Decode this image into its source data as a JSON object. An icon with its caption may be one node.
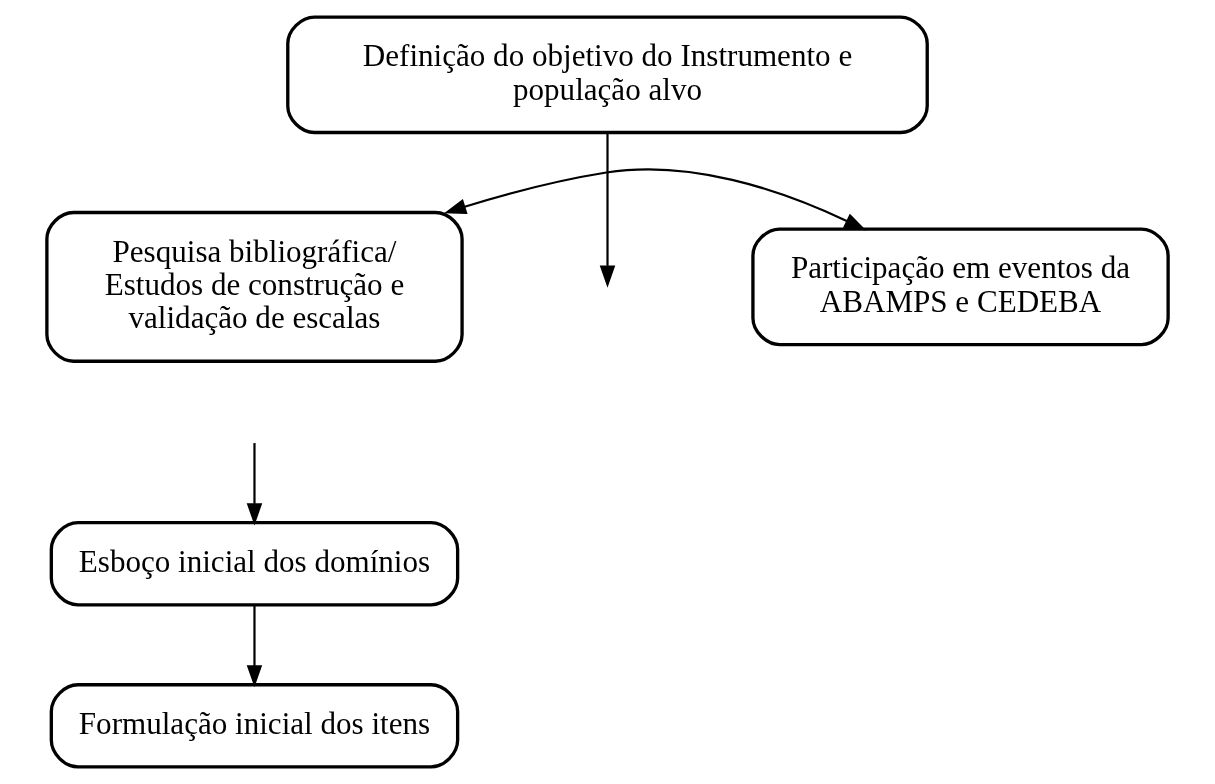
{
  "diagram": {
    "nodes": [
      {
        "text": [
          "Definição do objetivo do Instrumento e população alvo"
        ]
      },
      {
        "text": [
          "Pesquisa bibliográfica/ Estudos de construção e validação de escalas"
        ]
      },
      {
        "text": [
          "Participação em eventos da ABAMPS e CEDEBA"
        ]
      },
      {
        "text": [
          "Esboço inicial dos domínios"
        ]
      },
      {
        "text": [
          "Formulação inicial dos itens"
        ]
      }
    ],
    "edges": [
      {
        "from": 0,
        "to": null,
        "arrow": "to"
      },
      {
        "from": 1,
        "to": 2,
        "arrow": "both"
      },
      {
        "from": null,
        "to": 3,
        "arrow": "to"
      },
      {
        "from": 3,
        "to": 4,
        "arrow": "to"
      }
    ]
  }
}
